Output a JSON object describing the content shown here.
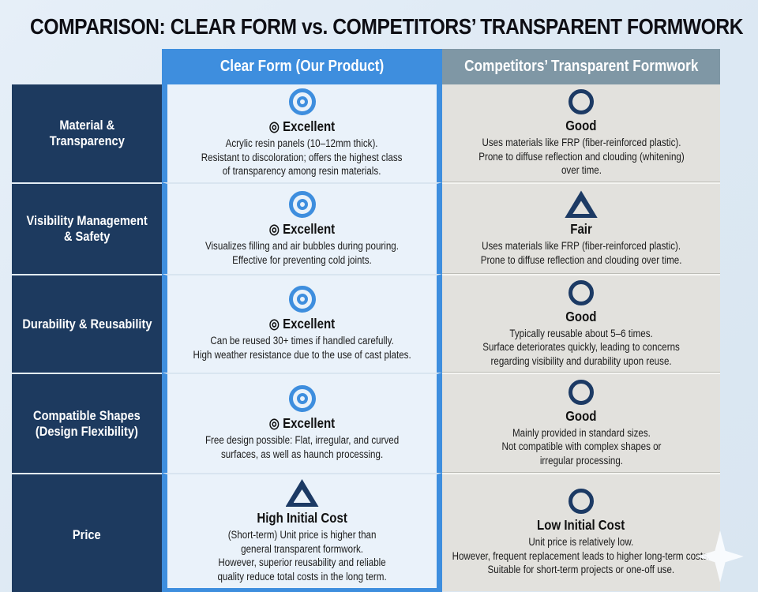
{
  "title": "COMPARISON: CLEAR FORM vs. COMPETITORS’ TRANSPARENT FORMWORK",
  "columns": {
    "ours_header": "Clear Form (Our Product)",
    "competitors_header": "Competitors’ Transparent Formwork"
  },
  "colors": {
    "accent_blue": "#3e8ede",
    "navy": "#1d3a5f",
    "header_gray": "#7f97a5",
    "ours_cell_bg": "#eaf2fa",
    "competitor_cell_bg": "#e2e1dd",
    "page_bg": "#dce8f3",
    "icon_navy": "#1c3a64"
  },
  "rows": [
    {
      "label": "Material &\nTransparency",
      "ours": {
        "icon": "double-circle",
        "rating": "◎ Excellent",
        "desc": "Acrylic resin panels (10–12mm thick).\nResistant to discoloration; offers the highest class\nof transparency among resin materials."
      },
      "comp": {
        "icon": "circle",
        "rating": "Good",
        "desc": "Uses materials like FRP (fiber-reinforced plastic).\nProne to diffuse reflection and clouding (whitening)\nover time."
      }
    },
    {
      "label": "Visibility Management\n& Safety",
      "ours": {
        "icon": "double-circle",
        "rating": "◎ Excellent",
        "desc": "Visualizes filling and air bubbles during pouring.\nEffective for preventing cold joints."
      },
      "comp": {
        "icon": "triangle",
        "rating": "Fair",
        "desc": "Uses materials like FRP (fiber-reinforced plastic).\nProne to diffuse reflection and clouding over time."
      }
    },
    {
      "label": "Durability & Reusability",
      "ours": {
        "icon": "double-circle",
        "rating": "◎ Excellent",
        "desc": "Can be reused 30+ times if handled carefully.\nHigh weather resistance due to the use of cast plates."
      },
      "comp": {
        "icon": "circle",
        "rating": "Good",
        "desc": "Typically reusable about 5–6 times.\nSurface deteriorates quickly, leading to concerns\nregarding visibility and durability upon reuse."
      }
    },
    {
      "label": "Compatible Shapes\n(Design Flexibility)",
      "ours": {
        "icon": "double-circle",
        "rating": "◎ Excellent",
        "desc": "Free design possible: Flat, irregular, and curved\nsurfaces, as well as haunch processing."
      },
      "comp": {
        "icon": "circle",
        "rating": "Good",
        "desc": "Mainly provided in standard sizes.\nNot compatible with complex shapes or\nirregular processing."
      }
    },
    {
      "label": "Price",
      "ours": {
        "icon": "triangle",
        "rating": "High Initial Cost",
        "desc": "(Short-term) Unit price is higher than\ngeneral transparent formwork.\nHowever, superior reusability and reliable\nquality reduce total costs in the long term."
      },
      "comp": {
        "icon": "circle",
        "rating": "Low Initial Cost",
        "desc": "Unit price is relatively low.\nHowever, frequent replacement leads to higher long-term costs.\nSuitable for short-term projects or one-off use."
      }
    }
  ]
}
